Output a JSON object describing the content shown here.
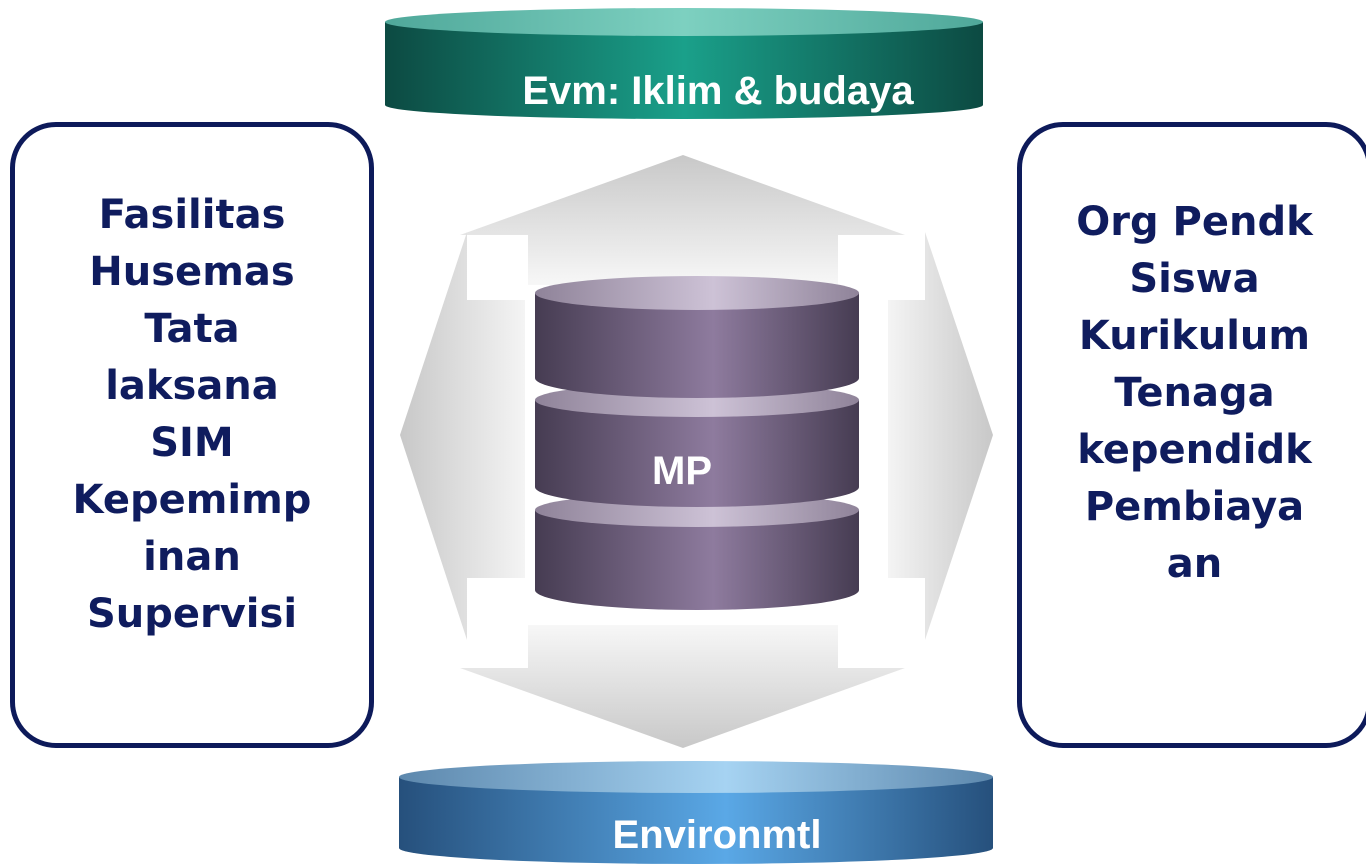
{
  "top_disc": {
    "label": "Evm: Iklim & budaya"
  },
  "bottom_disc": {
    "label": "Environmtl"
  },
  "center_stack": {
    "label": "MP"
  },
  "left_box": {
    "items": [
      "Fasilitas",
      "Husemas",
      "Tata",
      "laksana",
      "SIM",
      "Kepemimp",
      "inan",
      "Supervisi"
    ]
  },
  "right_box": {
    "items": [
      "Org Pendk",
      "Siswa",
      "Kurikulum",
      "Tenaga",
      "kependidk",
      "Pembiaya",
      "an"
    ]
  },
  "colors": {
    "box_border": "#0d1a5a",
    "box_text": "#0f1c5e",
    "top_disc": "#12806e",
    "bottom_disc": "#3d85c0",
    "stack": "#6f5a80",
    "arrows": "#d8d8d8"
  }
}
